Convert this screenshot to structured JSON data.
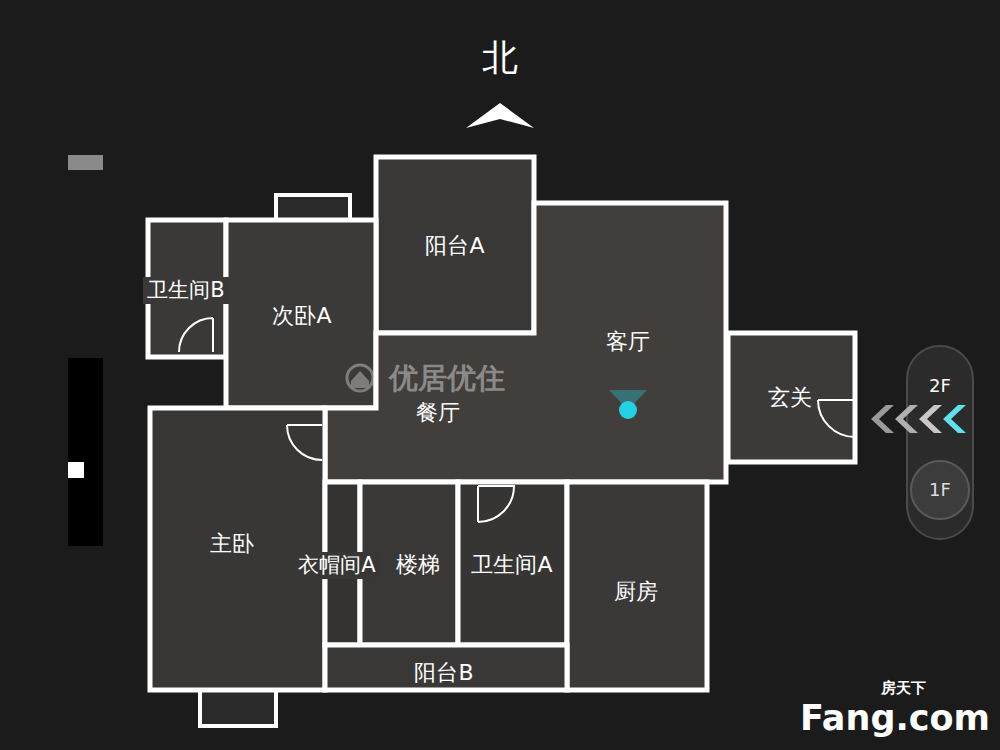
{
  "diagram": {
    "nodes": [
      {
        "text": [
          "阳台A"
        ]
      },
      {
        "text": [
          "卫生间B"
        ]
      },
      {
        "text": [
          "次卧A"
        ]
      },
      {
        "text": [
          "客厅"
        ]
      },
      {
        "text": [
          "餐厅"
        ]
      },
      {
        "text": [
          "玄关"
        ]
      },
      {
        "text": [
          "2F"
        ]
      },
      {
        "text": [
          "1F"
        ],
        "in": 6
      },
      {
        "text": [
          "主卧"
        ]
      },
      {
        "text": [
          "衣帽间A"
        ]
      },
      {
        "text": [
          "楼梯"
        ]
      },
      {
        "text": [
          "卫生间A"
        ]
      },
      {
        "text": [
          "厨房"
        ]
      },
      {
        "text": [
          "阳台B"
        ]
      }
    ],
    "labels": [
      "北",
      "优居优住",
      "房天下",
      "Fang.com"
    ]
  }
}
